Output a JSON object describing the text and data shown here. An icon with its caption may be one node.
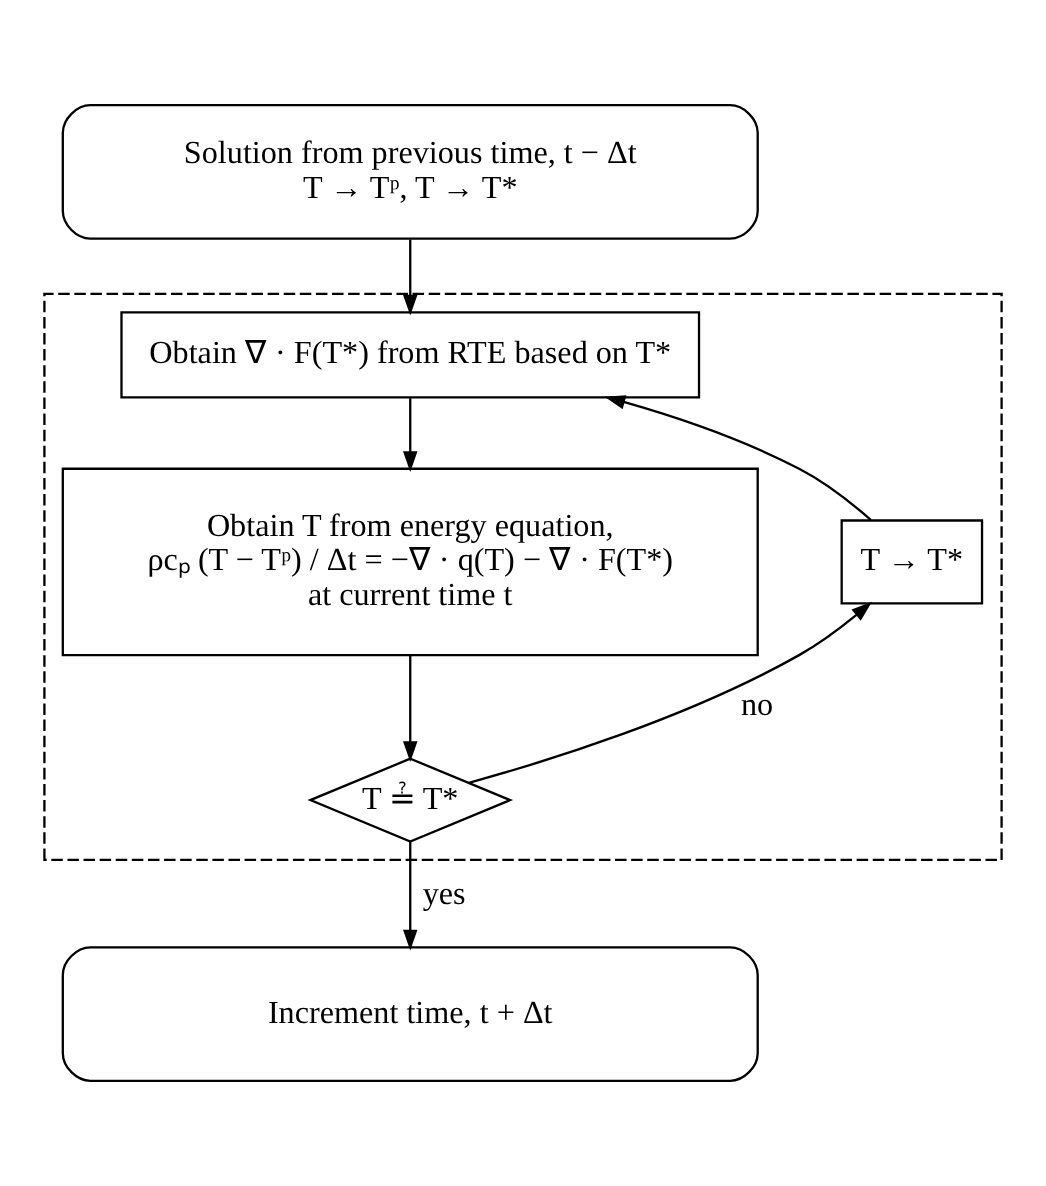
{
  "diagram": {
    "nodes": [
      {
        "text": [
          "Solution from previous time, t − Δt",
          "T → Tᵖ, T → T*"
        ]
      },
      {
        "text": [],
        "shape": "box"
      },
      {
        "text": [
          "Obtain ∇ · F(T*) from RTE based on T*"
        ],
        "in": 1
      },
      {
        "text": [
          "Obtain T from energy equation,",
          "ρcₚ (T − Tᵖ) / Δt = −∇ · q(T) − ∇ · F(T*)",
          "at current time t"
        ],
        "in": 1
      },
      {
        "text": [
          "T ≟ T*"
        ],
        "in": 1
      },
      {
        "text": [
          "T → T*"
        ],
        "in": 1
      },
      {
        "text": [
          "Increment time, t + Δt"
        ]
      }
    ],
    "edges": [
      {
        "from": 0,
        "to": 2,
        "arrow": "to"
      },
      {
        "from": 2,
        "to": 3,
        "arrow": "to"
      },
      {
        "from": 3,
        "to": 4,
        "arrow": "to"
      },
      {
        "from": 4,
        "to": 5,
        "arrow": "to",
        "label": "no"
      },
      {
        "from": 5,
        "to": 2,
        "arrow": "to"
      },
      {
        "from": 4,
        "to": 6,
        "arrow": "to",
        "label": "yes"
      }
    ]
  }
}
